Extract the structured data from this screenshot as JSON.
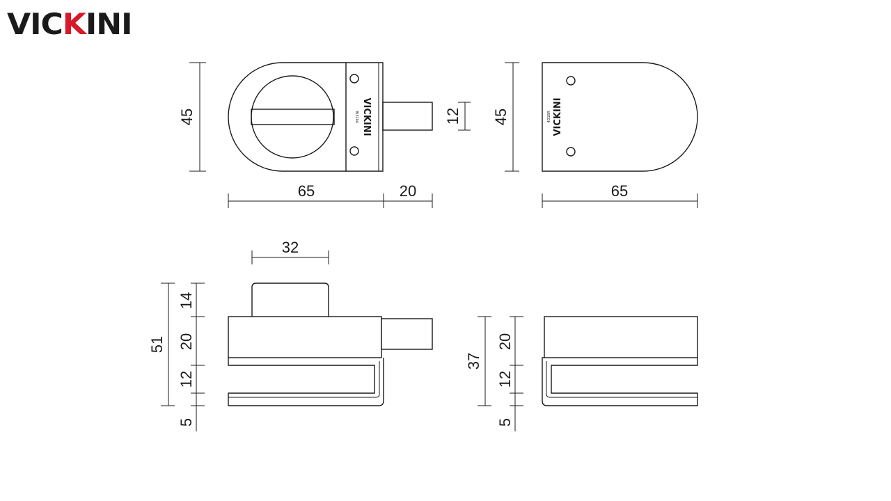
{
  "brand": {
    "logo_text": "VICKINI",
    "logo_accent": "#d7192a",
    "logo_color": "#1a1a1a"
  },
  "front_view": {
    "height": "45",
    "body_width": "65",
    "bolt_width": "20",
    "bolt_height": "12",
    "plate_mark": "VICKINI",
    "plate_code": "BI3204"
  },
  "back_view": {
    "height": "45",
    "width": "65",
    "plate_mark": "VICKINI",
    "plate_code": "4D1BR"
  },
  "side_view": {
    "top_width": "32",
    "overall": "51",
    "knob": "14",
    "body": "20",
    "gap": "12",
    "lip": "5"
  },
  "right_side_view": {
    "overall": "37",
    "body": "20",
    "gap": "12",
    "lip": "5"
  }
}
